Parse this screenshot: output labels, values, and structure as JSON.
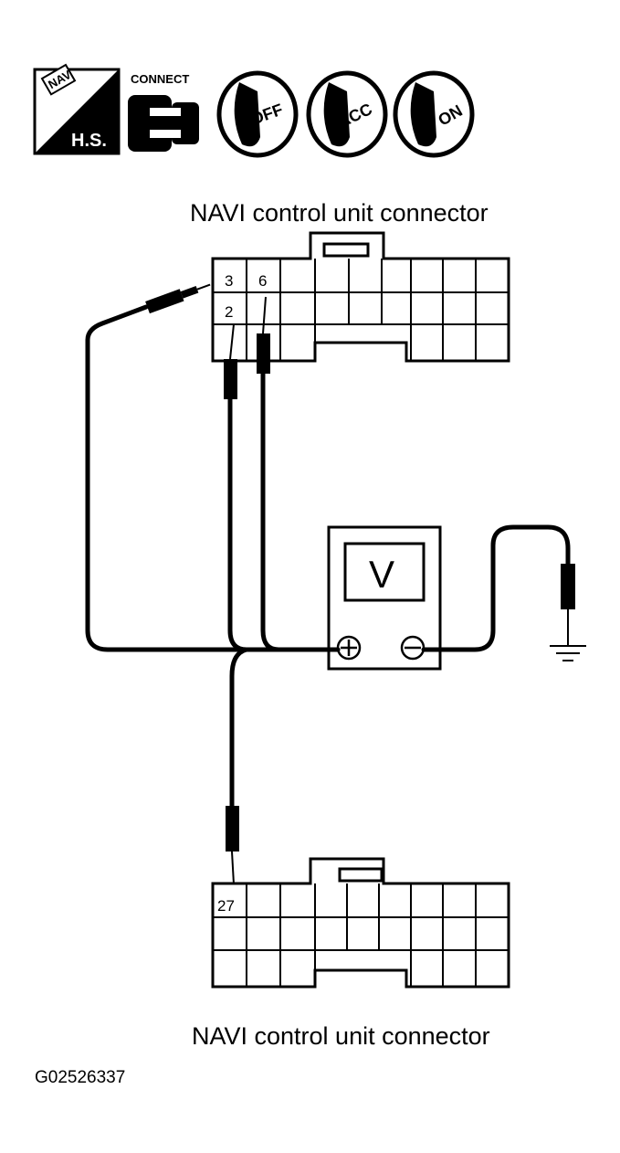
{
  "icons": {
    "hs_label": "H.S.",
    "hs_tag": "NAV",
    "connect_label": "CONNECT",
    "key_off": "OFF",
    "key_acc": "ACC",
    "key_on": "ON"
  },
  "top_connector": {
    "caption": "NAVI control unit connector",
    "pins": {
      "p3": "3",
      "p6": "6",
      "p2": "2"
    }
  },
  "bottom_connector": {
    "caption": "NAVI control unit connector",
    "pins": {
      "p27": "27"
    }
  },
  "voltmeter": {
    "label": "V",
    "plus": "⊕",
    "minus": "⊖"
  },
  "figure_code": "G02526337",
  "colors": {
    "ink": "#000000",
    "paper": "#ffffff"
  }
}
